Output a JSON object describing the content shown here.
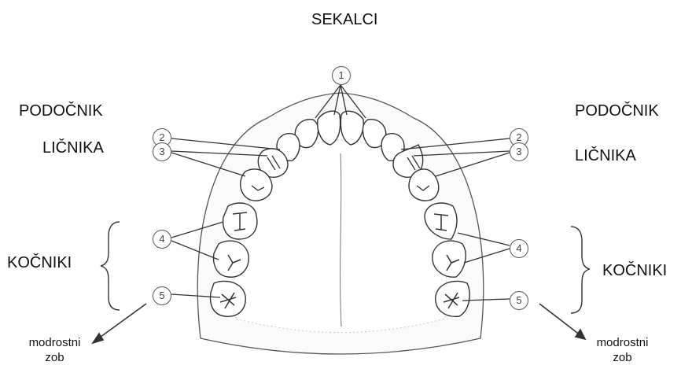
{
  "labels": {
    "incisors": "SEKALCI",
    "canine_left": "PODOČNIK",
    "canine_right": "PODOČNIK",
    "premolars_left": "LIČNIKA",
    "premolars_right": "LIČNIKA",
    "molars_left": "KOČNIKI",
    "molars_right": "KOČNIKI",
    "wisdom_left_line1": "modrostni",
    "wisdom_left_line2": "zob",
    "wisdom_right_line1": "modrostni",
    "wisdom_right_line2": "zob"
  },
  "markers": {
    "m1": "1",
    "m2_left": "2",
    "m2_right": "2",
    "m3_left": "3",
    "m3_right": "3",
    "m4_left": "4",
    "m4_right": "4",
    "m5_left": "5",
    "m5_right": "5"
  },
  "colors": {
    "line": "#333333",
    "tooth": "#ffffff",
    "outline": "#444444"
  }
}
